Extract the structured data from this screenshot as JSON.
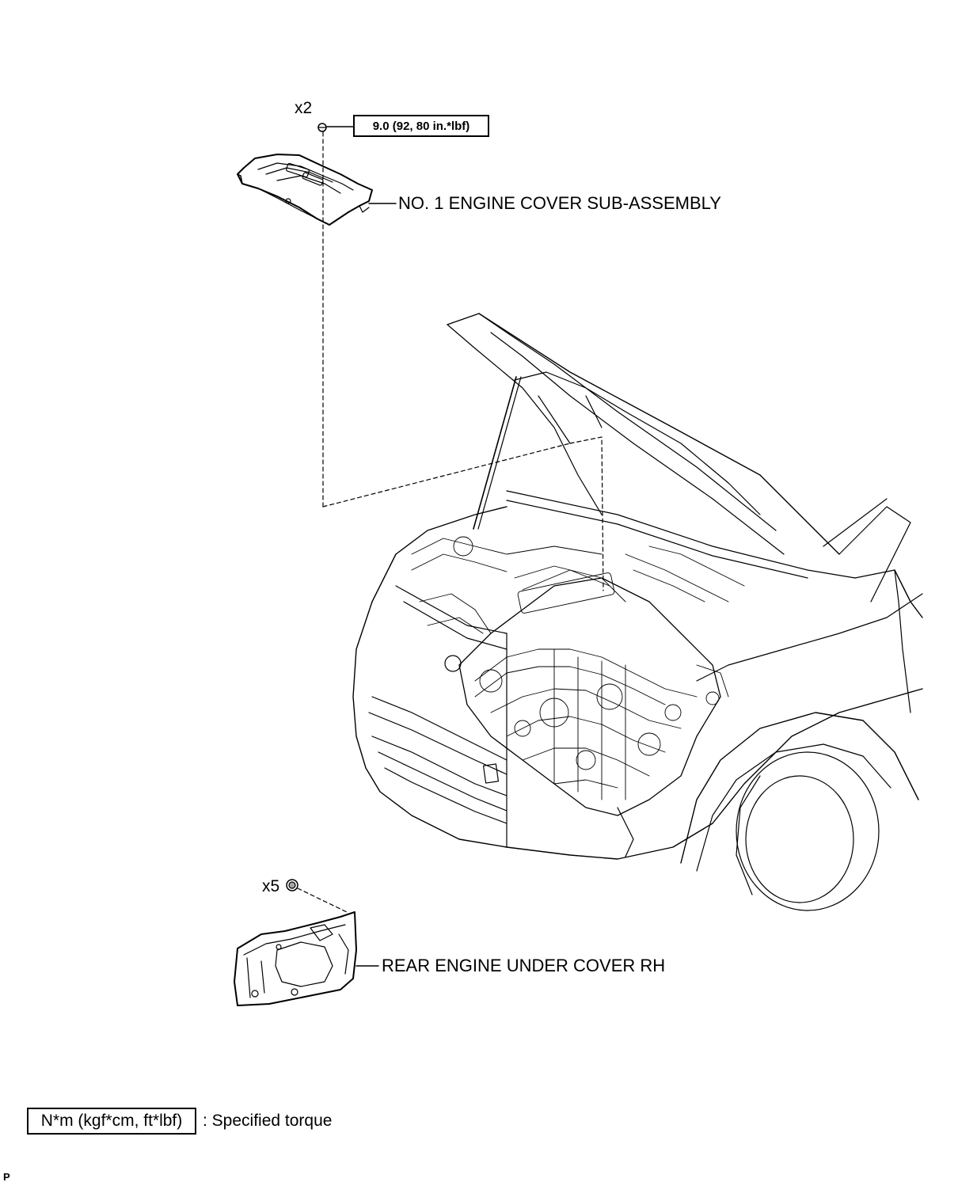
{
  "labels": {
    "bolt_qty_top": "x2",
    "torque_spec": "9.0 (92, 80 in.*lbf)",
    "engine_cover": "NO. 1 ENGINE COVER SUB-ASSEMBLY",
    "clip_qty_bottom": "x5",
    "under_cover": "REAR ENGINE UNDER COVER RH"
  },
  "legend": {
    "unit_box": "N*m (kgf*cm, ft*lbf)",
    "description": ": Specified torque"
  },
  "corner_mark": "P"
}
